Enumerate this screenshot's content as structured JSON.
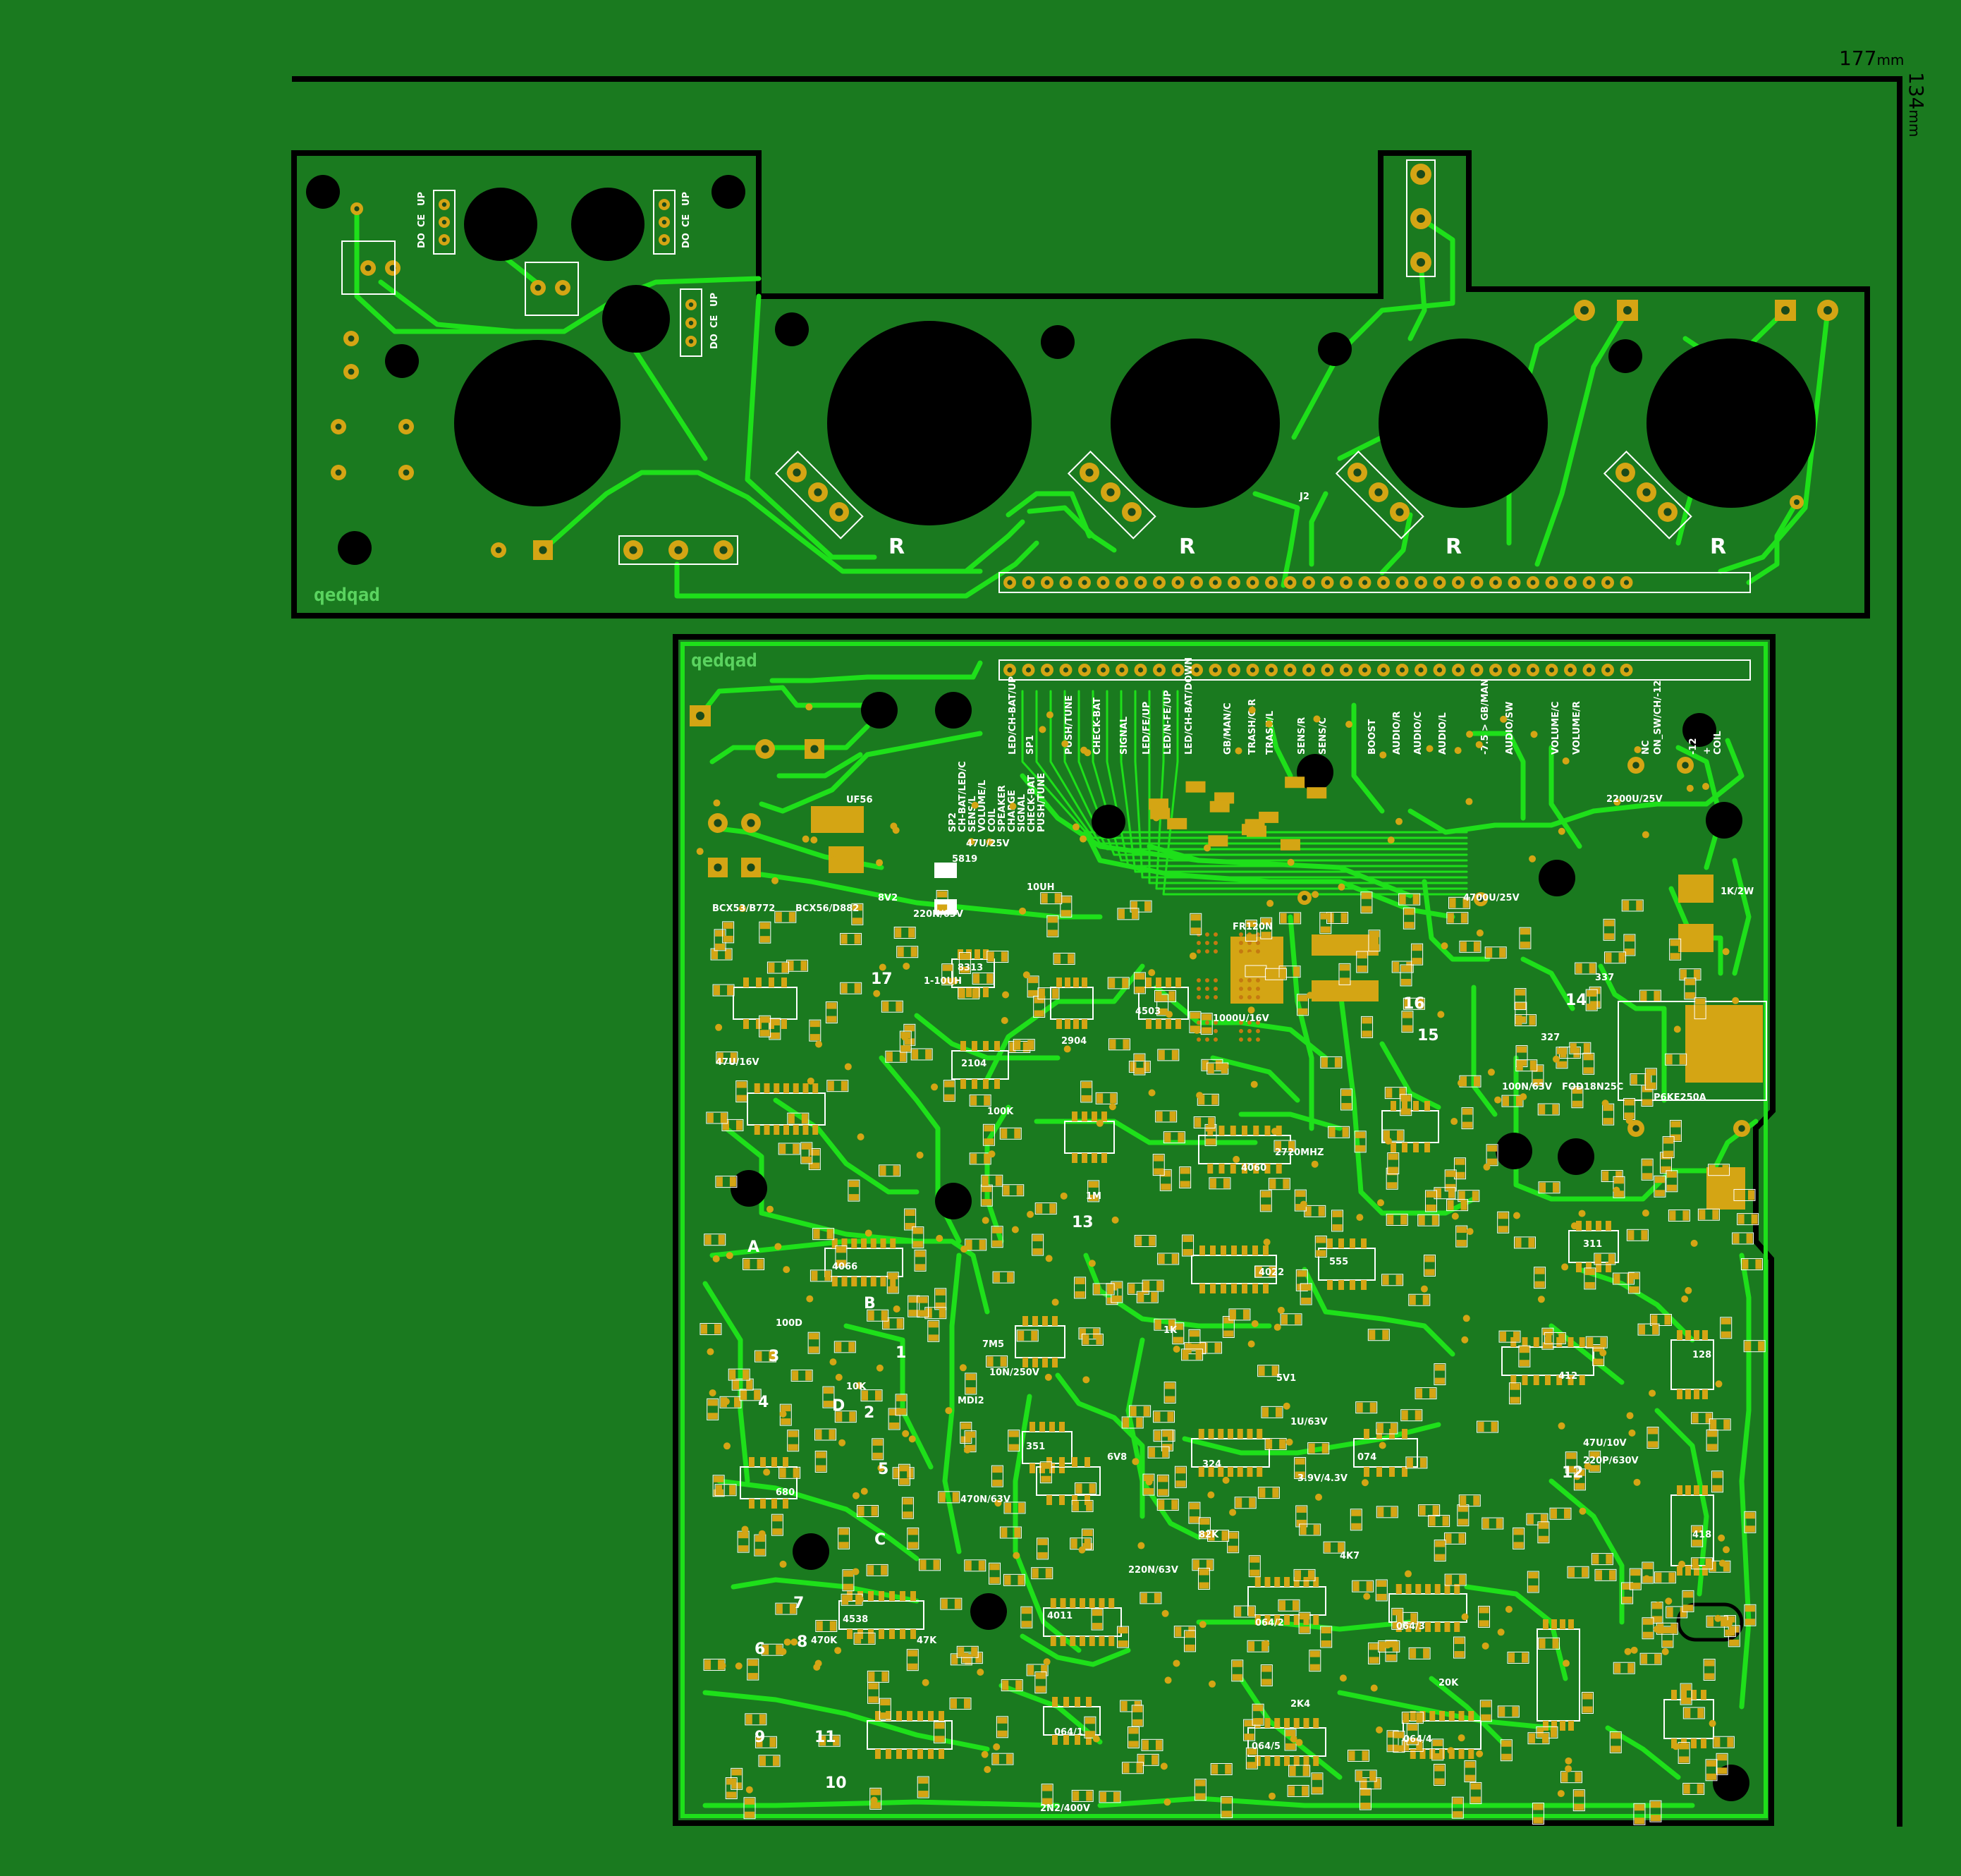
{
  "dimensions": {
    "width": "177",
    "height": "134",
    "unit": "mm"
  },
  "logo_text": "qedqad",
  "pot_marker": "R",
  "jumper_label": "J2",
  "connector_pin_labels": [
    "DO",
    "CE",
    "UP"
  ],
  "connector_labels_top": [
    "LED/CH-BAT/UP",
    "SP1",
    "PUSH/TUNE",
    "CHECK-BAT",
    "SIGNAL",
    "LED/FE/UP",
    "LED/CH-BAT/DOWN",
    "LED/N-FE/UP",
    "GB/MAN/C",
    "TRASH/C-R",
    "TRASH/L",
    "SENS/R",
    "SENS/C",
    "BOOST",
    "AUDIO/R",
    "AUDIO/C",
    "AUDIO/L",
    "-7.5 > GB/MAN",
    "AUDIO/SW",
    "VOLUME/C",
    "VOLUME/R",
    "ON_SW/CH/-12",
    "NC",
    "-12",
    "COIL",
    "+"
  ],
  "connector_labels_left": [
    "SP2",
    "CH-BAT/LED/C",
    "SENS/L",
    "VOLUME/L",
    "COIL",
    "SPEAKER",
    "CHARGE",
    "SIGNAL",
    "CHECK-BAT",
    "PUSH/TUNE"
  ],
  "part_labels": [
    "UF56",
    "5819",
    "10UH",
    "47U/25V",
    "BCX53/B772",
    "BCX56/D882",
    "8V2",
    "220N/63V",
    "8313",
    "4503",
    "2904",
    "2104",
    "1-10UH",
    "FR120N",
    "1000U/16V",
    "4060",
    "2720MHZ",
    "2200U/25V",
    "4700U/25V",
    "1K/2W",
    "337",
    "327",
    "FOD18N25C",
    "P6KE250A",
    "100N/63V",
    "4066",
    "4022",
    "555",
    "311",
    "412",
    "128",
    "418",
    "7M5",
    "MDI2",
    "351",
    "324",
    "074",
    "064/1",
    "064/2",
    "064/3",
    "064/4",
    "064/5",
    "4538",
    "4011",
    "2N2/400V",
    "470N/63V",
    "220N/63V",
    "47U/10V",
    "220P/630V",
    "6V8",
    "5V1",
    "3.9V/4.3V",
    "10N/250V",
    "1U/63V",
    "47U/16V",
    "100D",
    "10K",
    "1K",
    "47K",
    "2K4",
    "20K",
    "680",
    "470K",
    "100K",
    "1M",
    "82K",
    "4K7"
  ],
  "block_numbers": [
    "1",
    "2",
    "3",
    "4",
    "5",
    "6",
    "7",
    "8",
    "9",
    "10",
    "11",
    "12",
    "13",
    "14",
    "15",
    "16",
    "17",
    "A",
    "B",
    "C",
    "D"
  ],
  "colors": {
    "substrate": "#1a7a1f",
    "trace": "#1ee01a",
    "pad": "#d4a514",
    "hole": "#000000",
    "outline": "#000000",
    "silk": "#ffffff"
  }
}
